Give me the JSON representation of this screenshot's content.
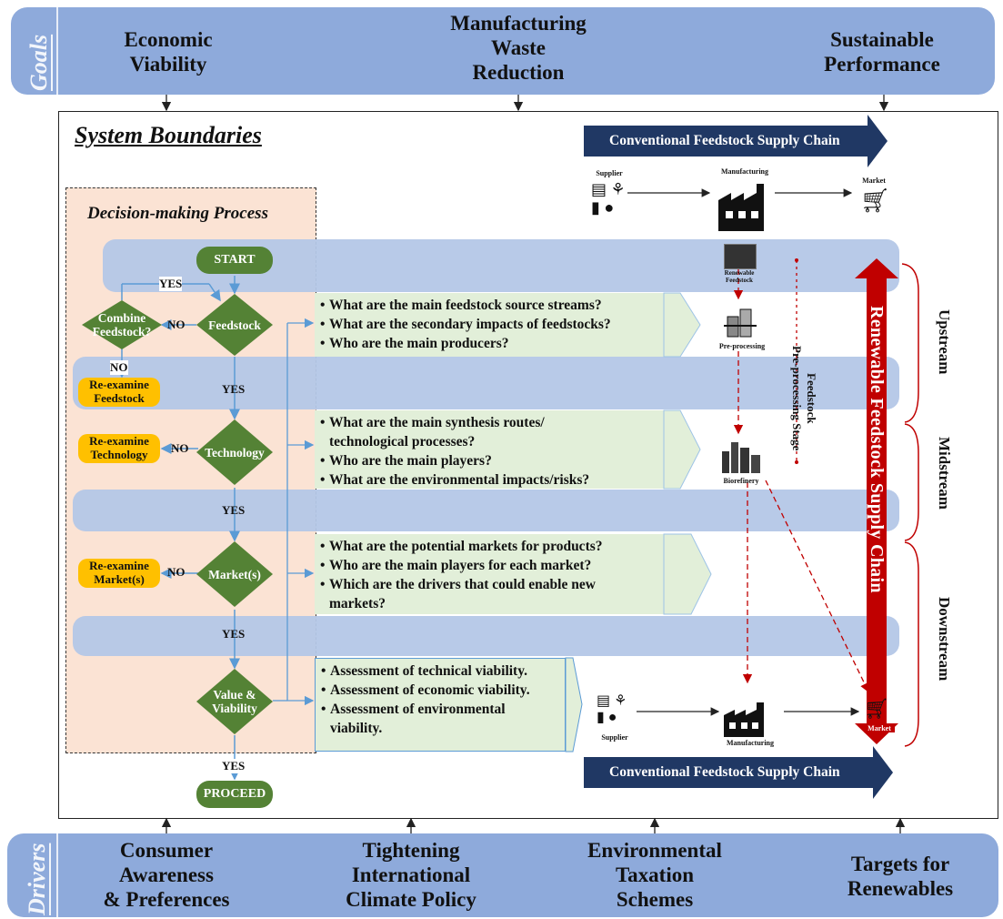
{
  "goals": {
    "title": "Goals",
    "items": [
      "Economic\nViability",
      "Manufacturing\nWaste\nReduction",
      "Sustainable\nPerformance"
    ]
  },
  "drivers": {
    "title": "Drivers",
    "items": [
      "Consumer\nAwareness\n& Preferences",
      "Tightening\nInternational\nClimate Policy",
      "Environmental\nTaxation\nSchemes",
      "Targets for\nRenewables"
    ]
  },
  "system_boundaries": "System Boundaries",
  "decision_process": {
    "title": "Decision-making Process",
    "start": "START",
    "proceed": "PROCEED",
    "nodes": [
      "Feedstock",
      "Technology",
      "Market(s)",
      "Value &\nViability"
    ],
    "combine": "Combine\nFeedstock?",
    "reexamine": [
      "Re-examine\nFeedstock",
      "Re-examine\nTechnology",
      "Re-examine\nMarket(s)"
    ],
    "yes": "YES",
    "no": "NO"
  },
  "questions": {
    "feedstock": [
      "What are the main feedstock source streams?",
      "What are the secondary impacts of feedstocks?",
      "Who are the main producers?"
    ],
    "technology": [
      "What are the main synthesis routes/",
      "technological processes?",
      "Who are the main players?",
      "What are the environmental impacts/risks?"
    ],
    "market": [
      "What are the potential markets for products?",
      "Who are the main players for each market?",
      "Which are the drivers that could enable new",
      "markets?"
    ],
    "value": [
      "Assessment of technical viability.",
      "Assessment of economic viability.",
      "Assessment of environmental",
      "viability."
    ]
  },
  "supply_chain": {
    "conventional": "Conventional Feedstock Supply Chain",
    "renewable": "Renewable Feedstock Supply Chain",
    "stages": [
      "Upstream",
      "Midstream",
      "Downstream"
    ],
    "preprocessing_stage": "Feedstock\nPre-processing Stage",
    "labels": {
      "supplier": "Supplier",
      "manufacturing": "Manufacturing",
      "market": "Market",
      "renewable_feedstock": "Renewable\nFeedstock",
      "preprocessing": "Pre-processing",
      "biorefinery": "Biorefinery"
    }
  },
  "colors": {
    "band": "#8eaadb",
    "stripe": "#b4c7e7",
    "green": "#548235",
    "orange": "#ffc000",
    "navy": "#203864",
    "red": "#c00000",
    "peach": "#fbe3d4",
    "question_bg": "#e2efd9"
  }
}
